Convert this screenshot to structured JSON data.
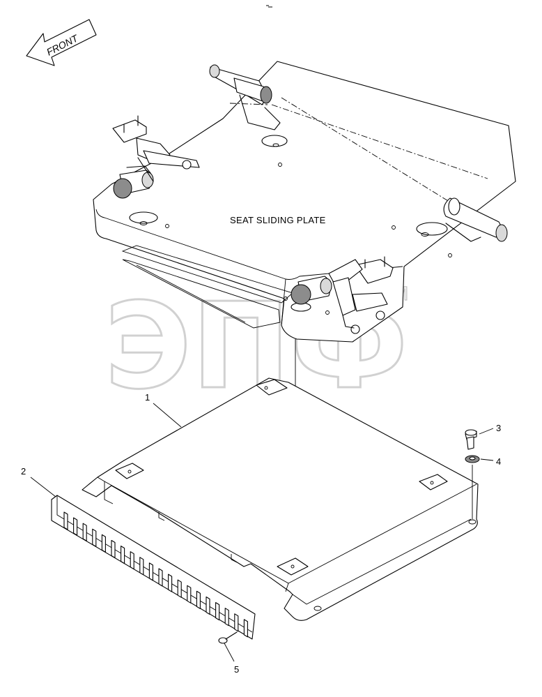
{
  "direction_label": "FRONT",
  "assembly_label": "SEAT SLIDING PLATE",
  "watermark": {
    "text": "ЭПФ",
    "mark": "TM"
  },
  "callouts": [
    {
      "id": "1",
      "text": "1"
    },
    {
      "id": "2",
      "text": "2"
    },
    {
      "id": "3",
      "text": "3"
    },
    {
      "id": "4",
      "text": "4"
    },
    {
      "id": "5",
      "text": "5"
    }
  ]
}
